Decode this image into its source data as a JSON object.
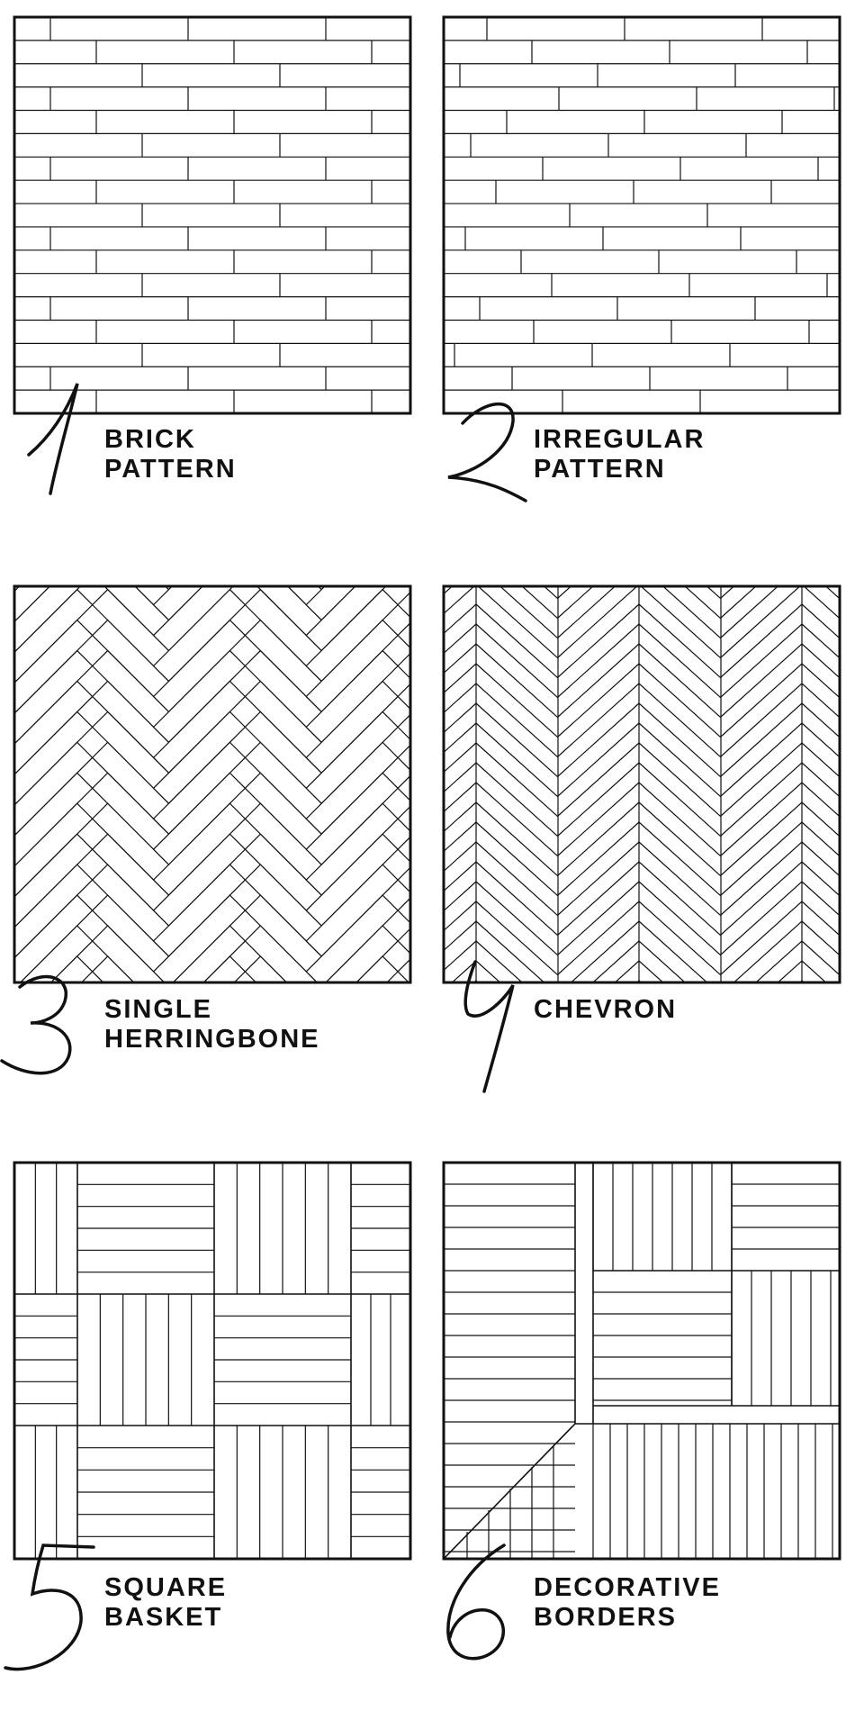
{
  "colors": {
    "line": "#111111",
    "background": "#ffffff"
  },
  "patterns": [
    {
      "id": "brick",
      "number": "1",
      "label_lines": [
        "BRICK",
        "PATTERN"
      ]
    },
    {
      "id": "irregular",
      "number": "2",
      "label_lines": [
        "IRREGULAR",
        "PATTERN"
      ]
    },
    {
      "id": "herringbone",
      "number": "3",
      "label_lines": [
        "SINGLE",
        "HERRINGBONE"
      ]
    },
    {
      "id": "chevron",
      "number": "4",
      "label_lines": [
        "CHEVRON"
      ]
    },
    {
      "id": "basket",
      "number": "5",
      "label_lines": [
        "SQUARE",
        "BASKET"
      ]
    },
    {
      "id": "borders",
      "number": "6",
      "label_lines": [
        "DECORATIVE",
        "BORDERS"
      ]
    }
  ]
}
